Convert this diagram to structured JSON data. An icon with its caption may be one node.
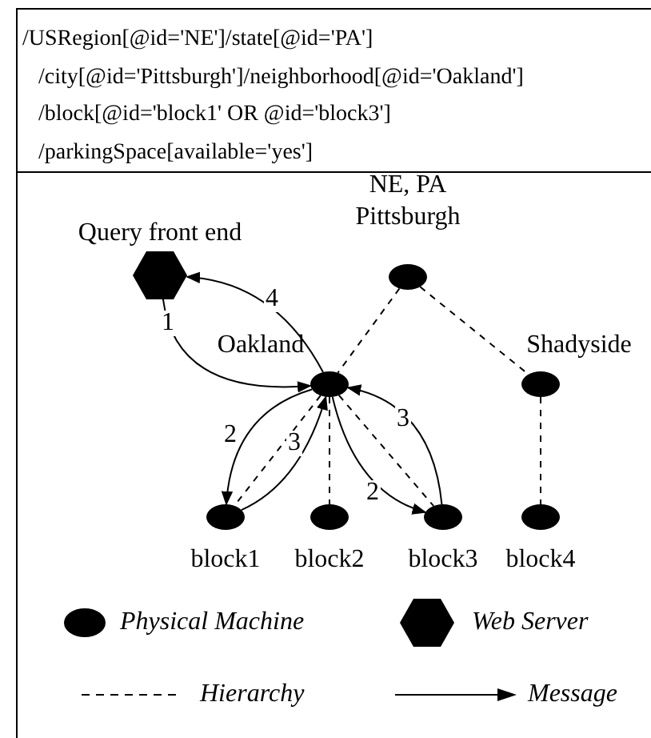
{
  "diagram": {
    "nodes": [
      {
        "text": [
          "Query front end"
        ]
      },
      {
        "text": [
          "NE, PA Pittsburgh"
        ]
      },
      {
        "text": [
          "Oakland"
        ]
      },
      {
        "text": [
          "Shadyside"
        ]
      },
      {
        "text": [
          "block1"
        ]
      },
      {
        "text": [
          "block2"
        ]
      },
      {
        "text": [
          "block3"
        ]
      },
      {
        "text": [
          "block4"
        ]
      }
    ],
    "edges": [
      {
        "from": 0,
        "to": 2,
        "arrow": "to",
        "label": "1"
      },
      {
        "from": 2,
        "to": 0,
        "arrow": "to",
        "label": "4"
      },
      {
        "from": 1,
        "to": 2,
        "arrow": "none",
        "style": "dashed"
      },
      {
        "from": 1,
        "to": 3,
        "arrow": "none",
        "style": "dashed"
      },
      {
        "from": 2,
        "to": 4,
        "arrow": "to",
        "label": "2"
      },
      {
        "from": 4,
        "to": 2,
        "arrow": "to",
        "label": "3"
      },
      {
        "from": 2,
        "to": 4,
        "arrow": "none",
        "style": "dashed"
      },
      {
        "from": 2,
        "to": 5,
        "arrow": "none",
        "style": "dashed"
      },
      {
        "from": 2,
        "to": 6,
        "arrow": "none",
        "style": "dashed"
      },
      {
        "from": 2,
        "to": 6,
        "arrow": "to",
        "label": "2"
      },
      {
        "from": 6,
        "to": 2,
        "arrow": "to",
        "label": "3"
      },
      {
        "from": 3,
        "to": 7,
        "arrow": "none",
        "style": "dashed"
      }
    ],
    "labels": [
      "/USRegion[@id='NE']/state[@id='PA']",
      "/city[@id='Pittsburgh']/neighborhood[@id='Oakland']",
      "/block[@id='block1' OR @id='block3']",
      "/parkingSpace[available='yes']"
    ],
    "legend": [
      {
        "text": "Physical Machine"
      },
      {
        "text": "Web Server"
      },
      {
        "text": "Hierarchy"
      },
      {
        "text": "Message"
      }
    ]
  }
}
